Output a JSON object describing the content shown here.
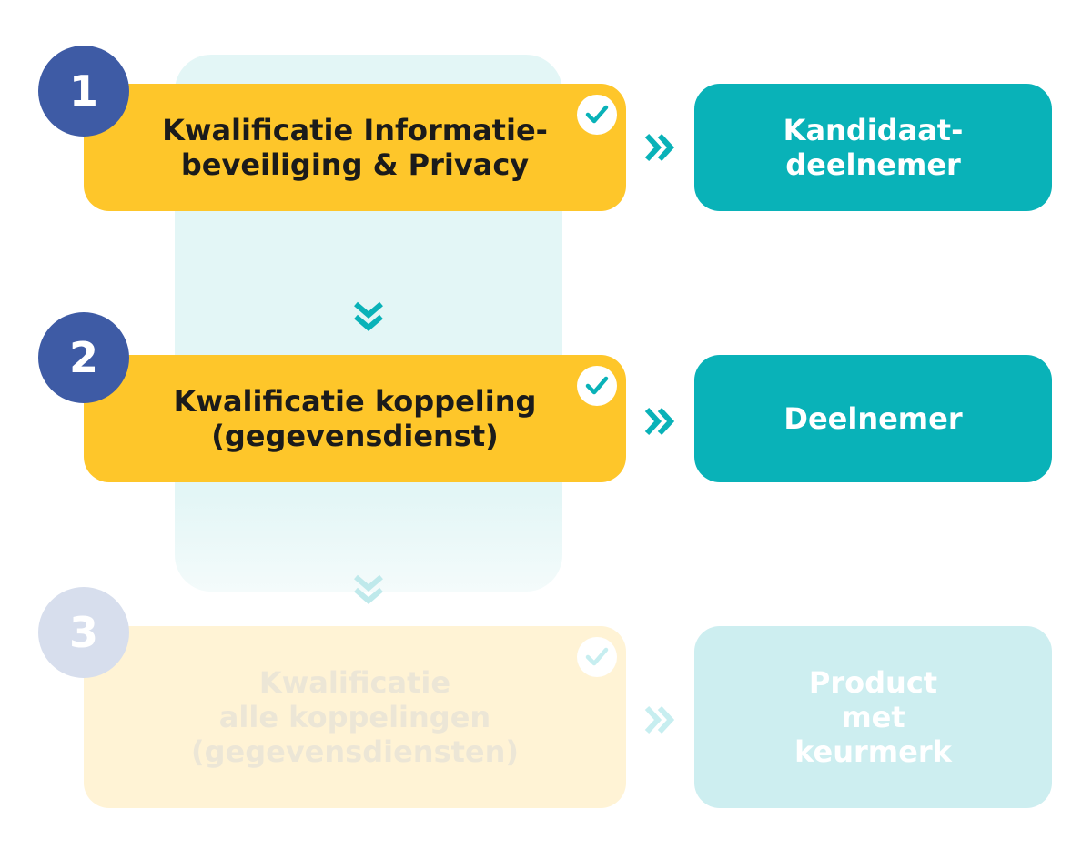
{
  "colors": {
    "step_fill": "#fec62a",
    "result_fill": "#09b2b8",
    "number_fill": "#3e5ba5",
    "connector": "#09b2b8",
    "background_panel": "#e3f6f6"
  },
  "steps": [
    {
      "number": "1",
      "label": "Kwalificatie Informatie-\nbeveiliging & Privacy",
      "result": "Kandidaat-\ndeelnemer",
      "check_icon": "check-circle-icon"
    },
    {
      "number": "2",
      "label": "Kwalificatie koppeling\n(gegevensdienst)",
      "result": "Deelnemer",
      "check_icon": "check-circle-icon"
    },
    {
      "number": "3",
      "label": "Kwalificatie\nalle koppelingen\n(gegevensdiensten)",
      "result": "Product\nmet\nkeurmerk",
      "check_icon": "check-circle-icon"
    }
  ],
  "icons": {
    "right_connector": "double-chevron-right-icon",
    "down_connector": "double-chevron-down-icon"
  }
}
